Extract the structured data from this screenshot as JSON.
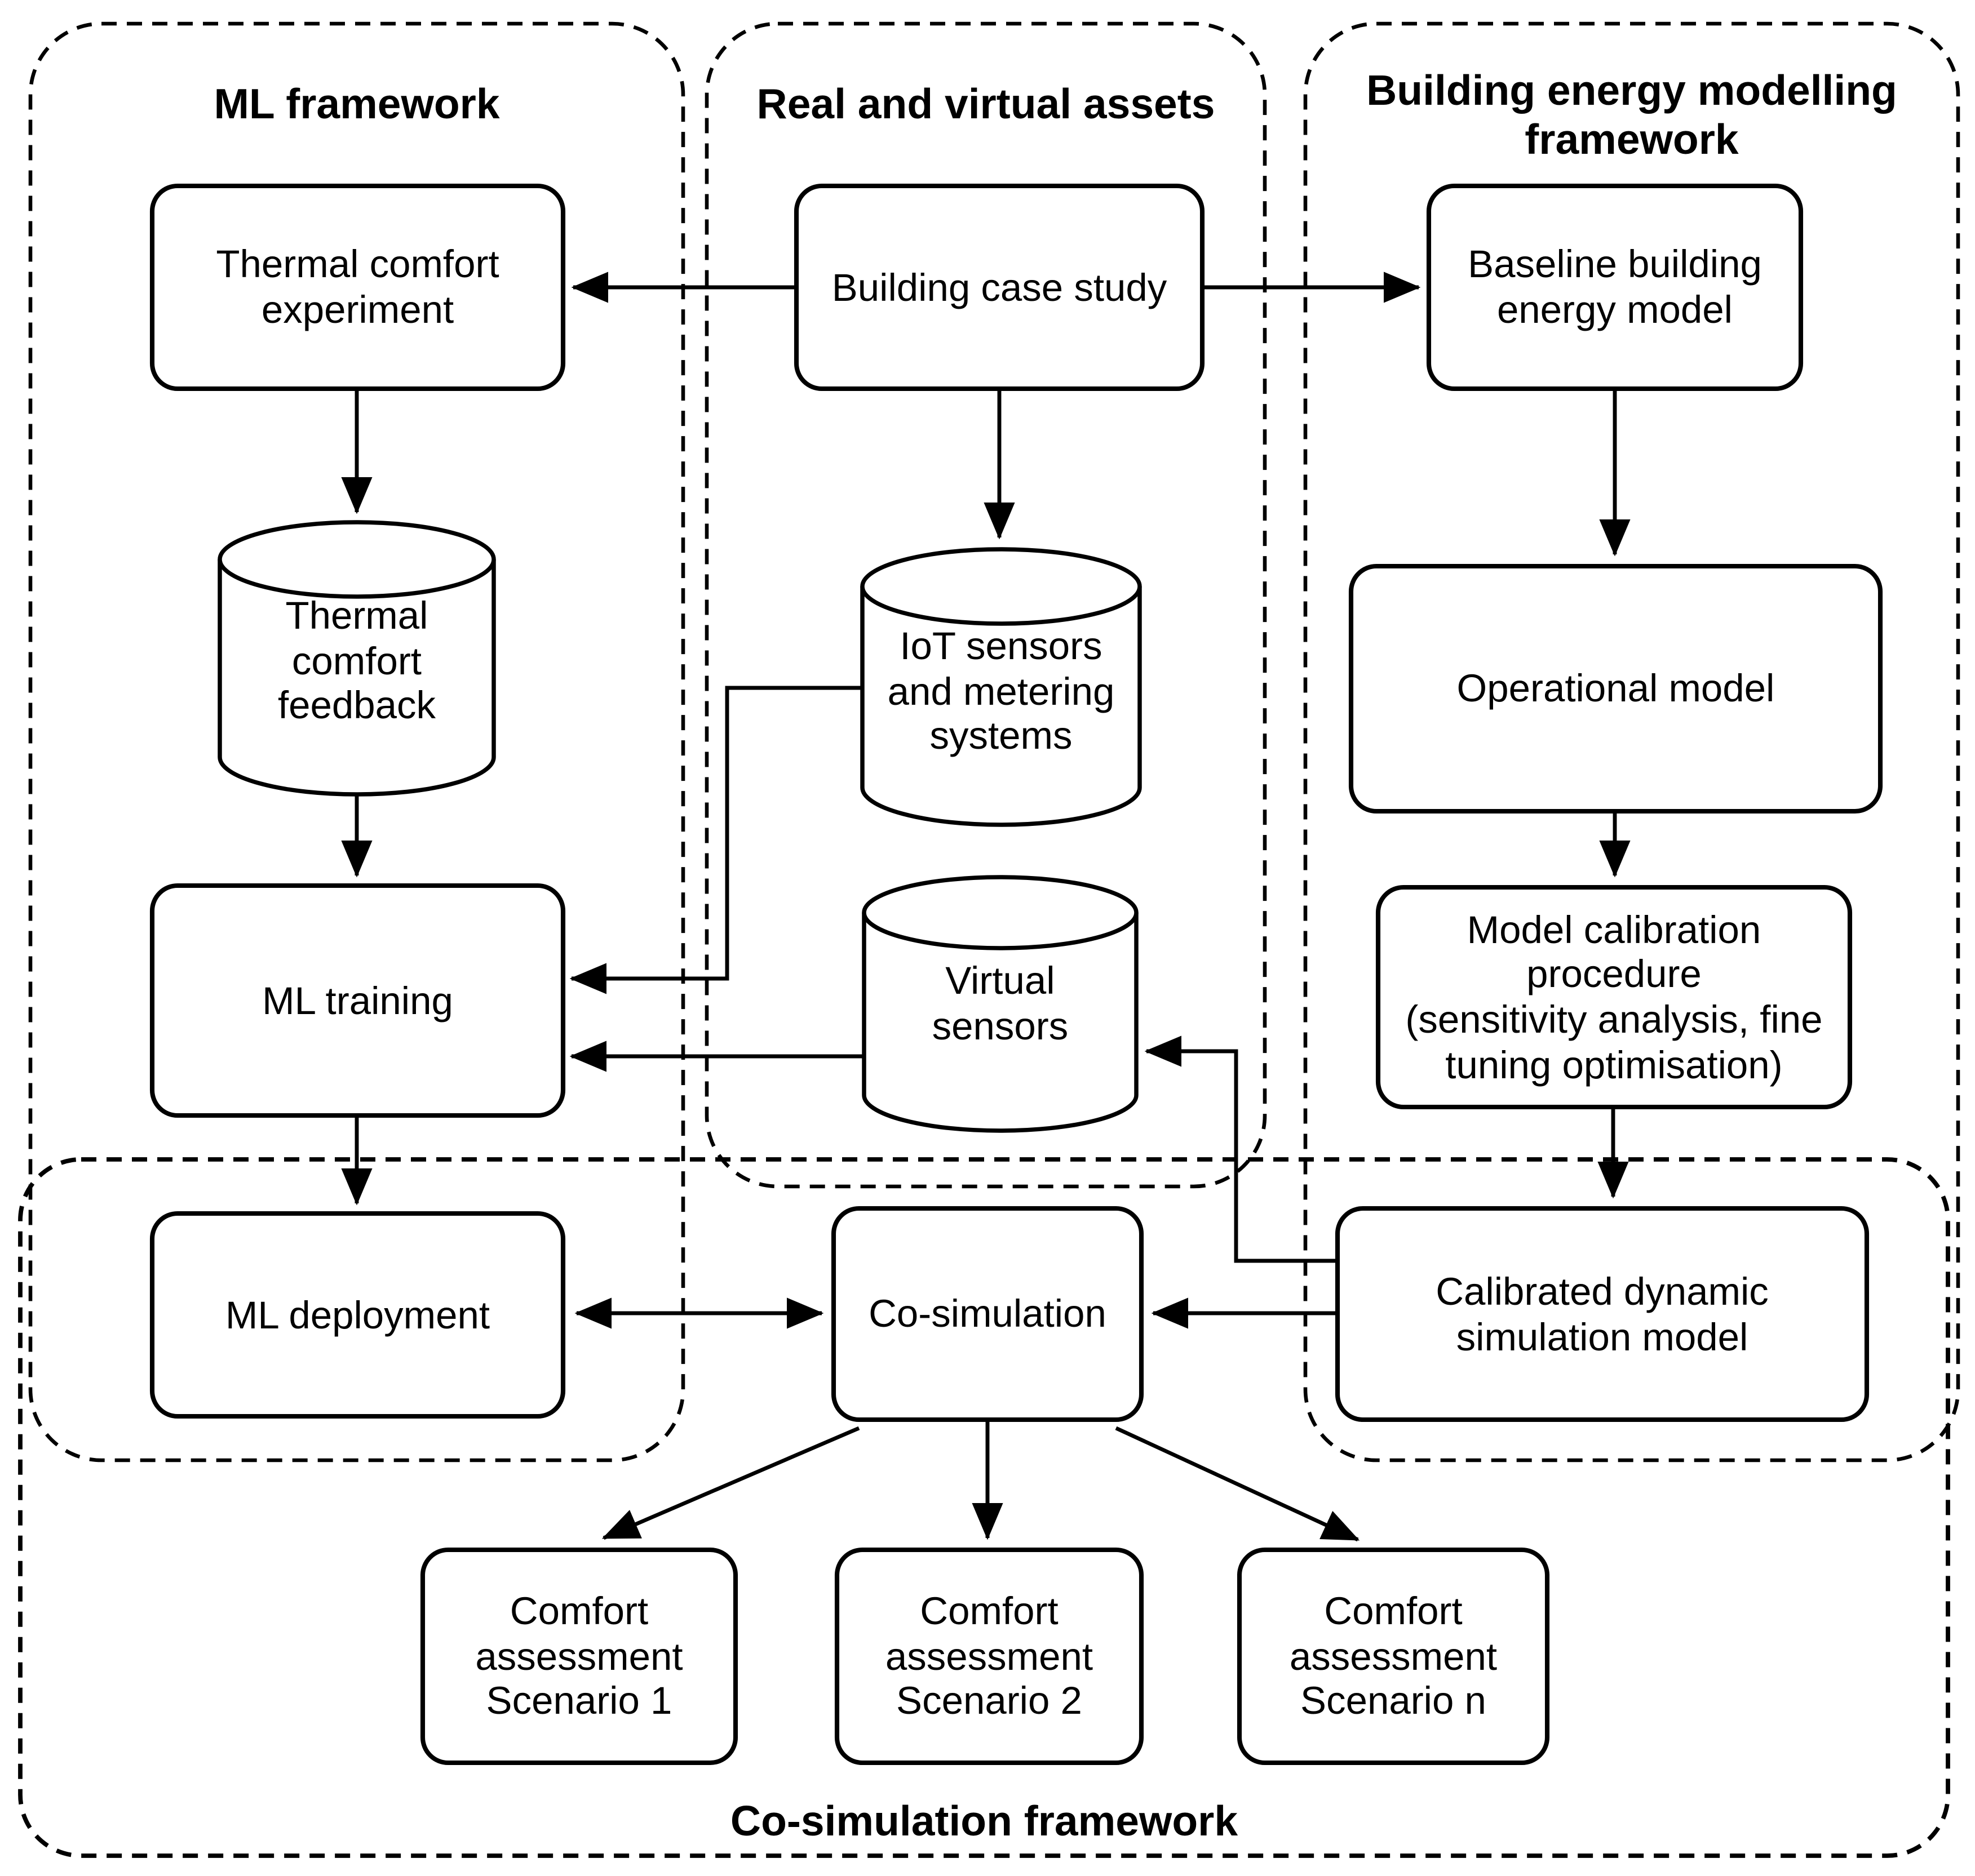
{
  "diagram_type": "flowchart",
  "colors": {
    "stroke": "#000000",
    "node_fill": "#ffffff",
    "background": "#ffffff"
  },
  "frameworks": {
    "ml": {
      "title": "ML framework"
    },
    "assets": {
      "title": "Real and virtual assets"
    },
    "bem": {
      "title": "Building energy modelling\nframework"
    },
    "cosim": {
      "title": "Co-simulation framework"
    }
  },
  "nodes": {
    "thermal_comfort_experiment": {
      "shape": "rounded-box",
      "label": "Thermal comfort\nexperiment"
    },
    "thermal_comfort_feedback": {
      "shape": "cylinder",
      "label": "Thermal\ncomfort\nfeedback"
    },
    "ml_training": {
      "shape": "rounded-box",
      "label": "ML training"
    },
    "ml_deployment": {
      "shape": "rounded-box",
      "label": "ML deployment"
    },
    "building_case_study": {
      "shape": "rounded-box",
      "label": "Building case study"
    },
    "iot_sensors": {
      "shape": "cylinder",
      "label": "IoT sensors\nand metering\nsystems"
    },
    "virtual_sensors": {
      "shape": "cylinder",
      "label": "Virtual\nsensors"
    },
    "baseline_building_energy_model": {
      "shape": "rounded-box",
      "label": "Baseline building\nenergy model"
    },
    "operational_model": {
      "shape": "rounded-box",
      "label": "Operational model"
    },
    "model_calibration": {
      "shape": "rounded-box",
      "label": "Model calibration\nprocedure\n(sensitivity analysis, fine\ntuning optimisation)"
    },
    "calibrated_model": {
      "shape": "rounded-box",
      "label": "Calibrated dynamic\nsimulation model"
    },
    "co_simulation": {
      "shape": "rounded-box",
      "label": "Co-simulation"
    },
    "scenario_1": {
      "shape": "rounded-box",
      "label": "Comfort\nassessment\nScenario 1"
    },
    "scenario_2": {
      "shape": "rounded-box",
      "label": "Comfort\nassessment\nScenario 2"
    },
    "scenario_n": {
      "shape": "rounded-box",
      "label": "Comfort\nassessment\nScenario n"
    }
  },
  "edges": [
    {
      "from": "building_case_study",
      "to": "thermal_comfort_experiment",
      "type": "arrow"
    },
    {
      "from": "building_case_study",
      "to": "baseline_building_energy_model",
      "type": "arrow"
    },
    {
      "from": "thermal_comfort_experiment",
      "to": "thermal_comfort_feedback",
      "type": "arrow"
    },
    {
      "from": "thermal_comfort_feedback",
      "to": "ml_training",
      "type": "arrow"
    },
    {
      "from": "ml_training",
      "to": "ml_deployment",
      "type": "arrow"
    },
    {
      "from": "building_case_study",
      "to": "iot_sensors",
      "type": "arrow"
    },
    {
      "from": "iot_sensors",
      "to": "ml_training",
      "type": "arrow"
    },
    {
      "from": "virtual_sensors",
      "to": "ml_training",
      "type": "arrow"
    },
    {
      "from": "calibrated_model",
      "to": "virtual_sensors",
      "type": "arrow"
    },
    {
      "from": "baseline_building_energy_model",
      "to": "operational_model",
      "type": "arrow"
    },
    {
      "from": "operational_model",
      "to": "model_calibration",
      "type": "arrow"
    },
    {
      "from": "model_calibration",
      "to": "calibrated_model",
      "type": "arrow"
    },
    {
      "from": "ml_deployment",
      "to": "co_simulation",
      "type": "double-arrow"
    },
    {
      "from": "calibrated_model",
      "to": "co_simulation",
      "type": "arrow"
    },
    {
      "from": "co_simulation",
      "to": "scenario_1",
      "type": "arrow"
    },
    {
      "from": "co_simulation",
      "to": "scenario_2",
      "type": "arrow"
    },
    {
      "from": "co_simulation",
      "to": "scenario_n",
      "type": "arrow"
    }
  ]
}
